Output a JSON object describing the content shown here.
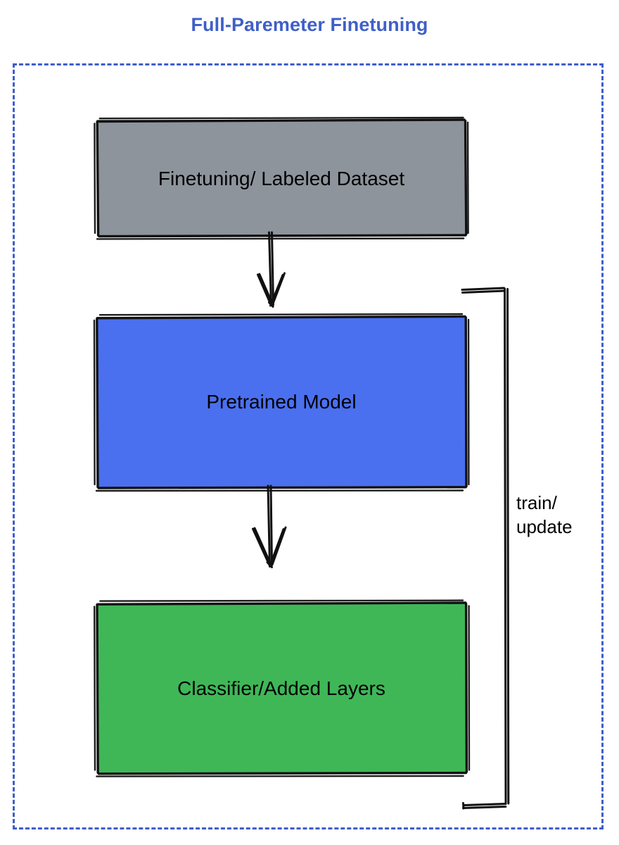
{
  "diagram": {
    "title": "Full-Paremeter Finetuning",
    "title_color": "#3f5fc8",
    "frame": {
      "style": "dashed",
      "color": "#3f5fc8"
    },
    "nodes": [
      {
        "id": "dataset",
        "label": "Finetuning/ Labeled Dataset",
        "fill": "#8d949c",
        "stroke": "#111111"
      },
      {
        "id": "pretrained",
        "label": "Pretrained Model",
        "fill": "#4a70ef",
        "stroke": "#111111"
      },
      {
        "id": "classifier",
        "label": "Classifier/Added Layers",
        "fill": "#3fb757",
        "stroke": "#111111"
      }
    ],
    "edges": [
      {
        "id": "dataset-to-model",
        "from": "dataset",
        "to": "pretrained",
        "label": "",
        "style": "arrow-down"
      },
      {
        "id": "model-to-classifier",
        "from": "pretrained",
        "to": "classifier",
        "label": "",
        "style": "arrow-down"
      },
      {
        "id": "feedback-loop",
        "from": "classifier",
        "to": "pretrained",
        "label_line1": "train/",
        "label_line2": "update",
        "style": "bracket-right"
      }
    ]
  }
}
